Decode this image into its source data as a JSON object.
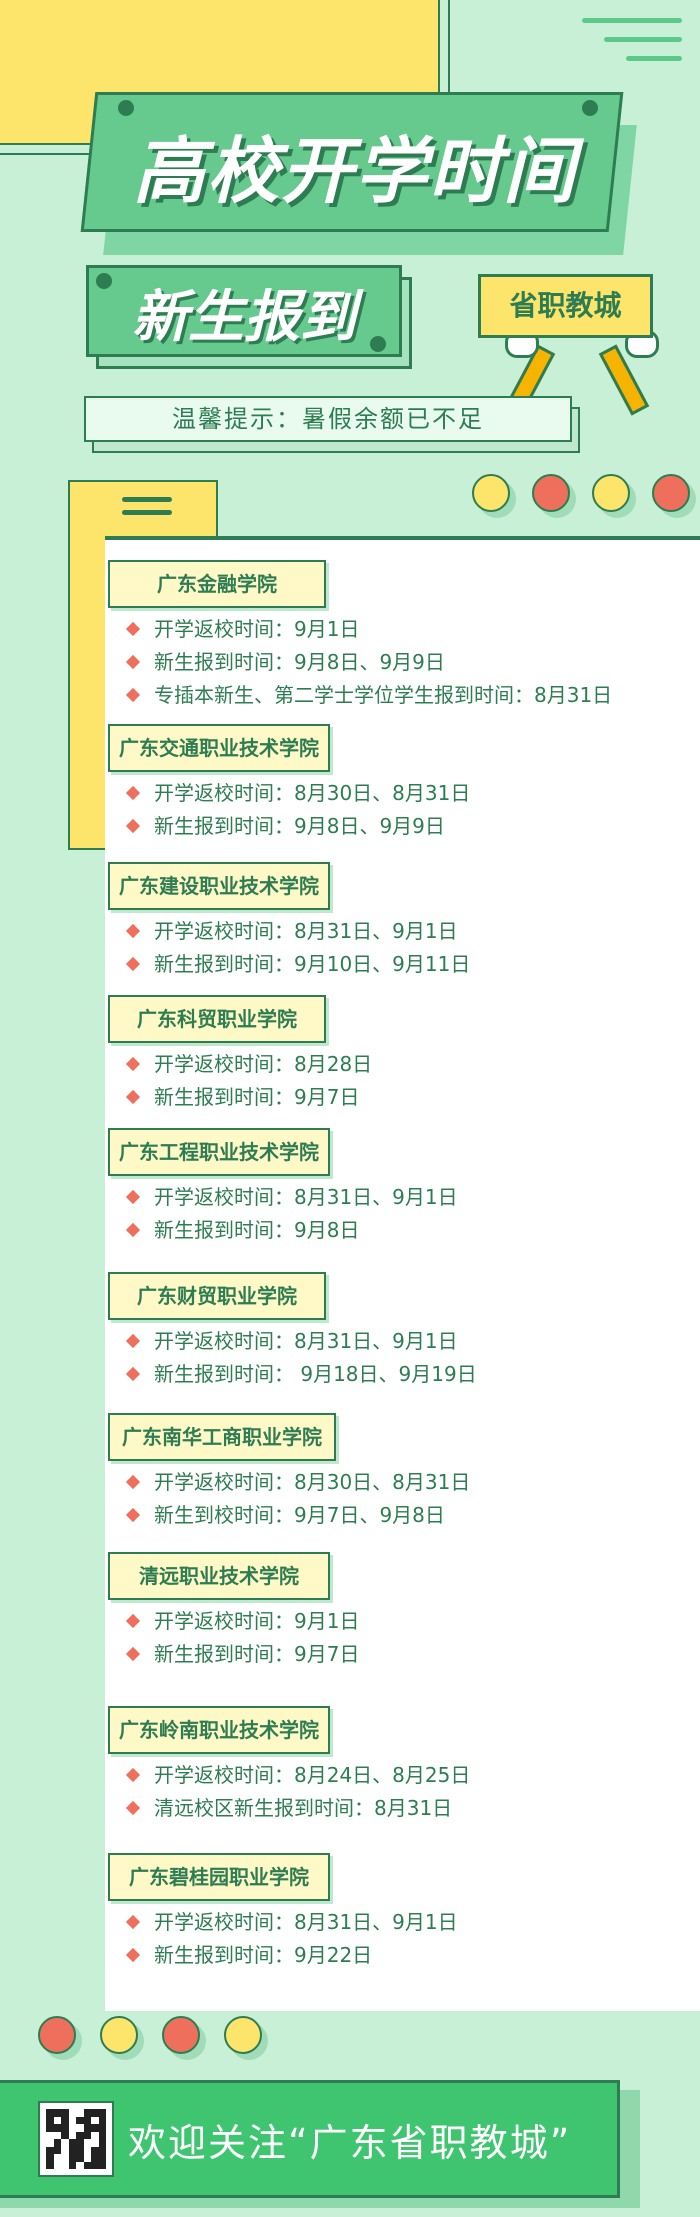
{
  "header": {
    "title": "高校开学时间",
    "subtitle": "新生报到",
    "sign": "省职教城",
    "tip": "温馨提示：暑假余额已不足"
  },
  "colors": {
    "green_dark": "#2e7d52",
    "green": "#66c98e",
    "mint_bg": "#c8f0d6",
    "yellow": "#fde46b",
    "red": "#ee6f5b",
    "footer_green": "#3fc470"
  },
  "schools": [
    {
      "name": "广东金融学院",
      "items": [
        "开学返校时间：9月1日",
        "新生报到时间：9月8日、9月9日",
        "专插本新生、第二学士学位学生报到时间：8月31日"
      ]
    },
    {
      "name": "广东交通职业技术学院",
      "items": [
        "开学返校时间：8月30日、8月31日",
        "新生报到时间：9月8日、9月9日"
      ]
    },
    {
      "name": "广东建设职业技术学院",
      "items": [
        "开学返校时间：8月31日、9月1日",
        "新生报到时间：9月10日、9月11日"
      ]
    },
    {
      "name": "广东科贸职业学院",
      "items": [
        "开学返校时间：8月28日",
        "新生报到时间：9月7日"
      ]
    },
    {
      "name": "广东工程职业技术学院",
      "items": [
        "开学返校时间：8月31日、9月1日",
        "新生报到时间：9月8日"
      ]
    },
    {
      "name": "广东财贸职业学院",
      "items": [
        "开学返校时间：8月31日、9月1日",
        "新生报到时间： 9月18日、9月19日"
      ]
    },
    {
      "name": "广东南华工商职业学院",
      "items": [
        "开学返校时间：8月30日、8月31日",
        "新生到校时间：9月7日、9月8日"
      ]
    },
    {
      "name": "清远职业技术学院",
      "items": [
        "开学返校时间：9月1日",
        "新生报到时间：9月7日"
      ]
    },
    {
      "name": "广东岭南职业技术学院",
      "items": [
        "开学返校时间：8月24日、8月25日",
        "清远校区新生报到时间：8月31日"
      ]
    },
    {
      "name": "广东碧桂园职业学院",
      "items": [
        "开学返校时间：8月31日、9月1日",
        "新生报到时间：9月22日"
      ]
    }
  ],
  "footer": {
    "text": "欢迎关注“广东省职教城”",
    "qr_icon": "qr-code-icon"
  }
}
